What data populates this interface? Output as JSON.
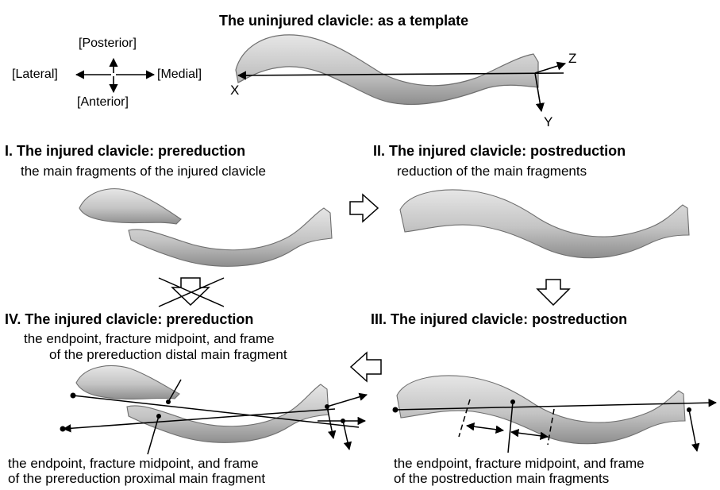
{
  "top": {
    "title": "The uninjured clavicle: as a template",
    "axis_labels": {
      "x": "X",
      "y": "Y",
      "z": "Z"
    }
  },
  "orientation": {
    "posterior": "[Posterior]",
    "lateral": "[Lateral]",
    "medial": "[Medial]",
    "anterior": "[Anterior]"
  },
  "panel_1": {
    "title": "I. The injured clavicle: prereduction",
    "subtitle": "the main fragments of the injured clavicle"
  },
  "panel_2": {
    "title": "II. The injured clavicle: postreduction",
    "subtitle": "reduction of the main fragments"
  },
  "panel_3": {
    "title": "III. The injured clavicle: postreduction",
    "caption_line1": "the endpoint, fracture midpoint, and frame",
    "caption_line2": "of the postreduction main fragments"
  },
  "panel_4": {
    "title": "IV. The injured clavicle: prereduction",
    "subtitle_line1": "the endpoint, fracture midpoint, and frame",
    "subtitle_line2": "of the prereduction distal main fragment",
    "caption_line1": "the endpoint, fracture midpoint, and frame",
    "caption_line2": "of the prereduction proximal main fragment"
  },
  "colors": {
    "bone_fill": "#c9c9c9",
    "bone_stroke": "#6f6f6f",
    "line": "#000000"
  }
}
